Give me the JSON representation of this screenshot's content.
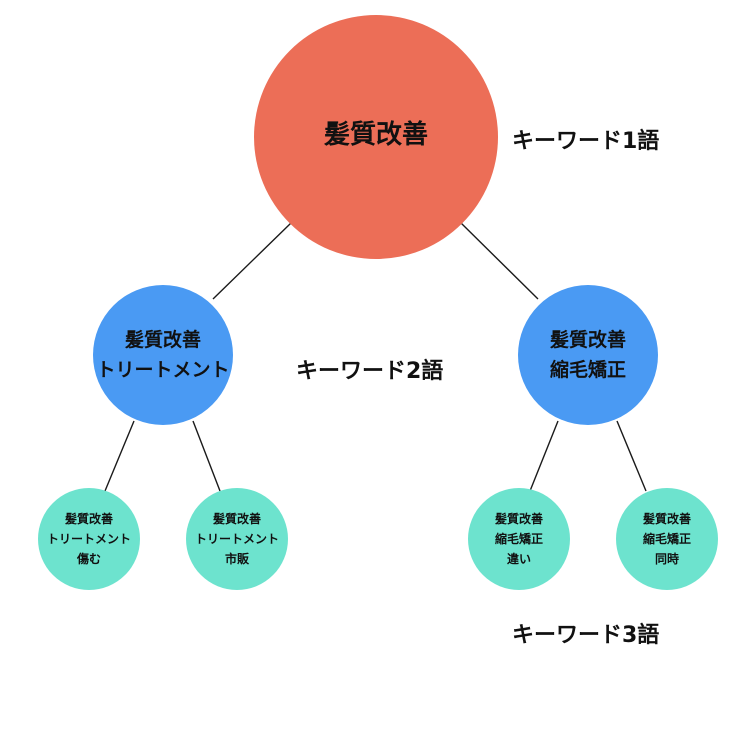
{
  "colors": {
    "root": "#ec6e57",
    "level2": "#4a9af3",
    "level3": "#6de3ce",
    "line": "#1a1a1a"
  },
  "tree": {
    "root": {
      "lines": [
        "髪質改善"
      ]
    },
    "left": {
      "lines": [
        "髪質改善",
        "トリートメント"
      ],
      "children": [
        {
          "lines": [
            "髪質改善",
            "トリートメント",
            "傷む"
          ]
        },
        {
          "lines": [
            "髪質改善",
            "トリートメント",
            "市販"
          ]
        }
      ]
    },
    "right": {
      "lines": [
        "髪質改善",
        "縮毛矯正"
      ],
      "children": [
        {
          "lines": [
            "髪質改善",
            "縮毛矯正",
            "違い"
          ]
        },
        {
          "lines": [
            "髪質改善",
            "縮毛矯正",
            "同時"
          ]
        }
      ]
    }
  },
  "level_labels": {
    "one": "キーワード1語",
    "two": "キーワード2語",
    "three": "キーワード3語"
  }
}
